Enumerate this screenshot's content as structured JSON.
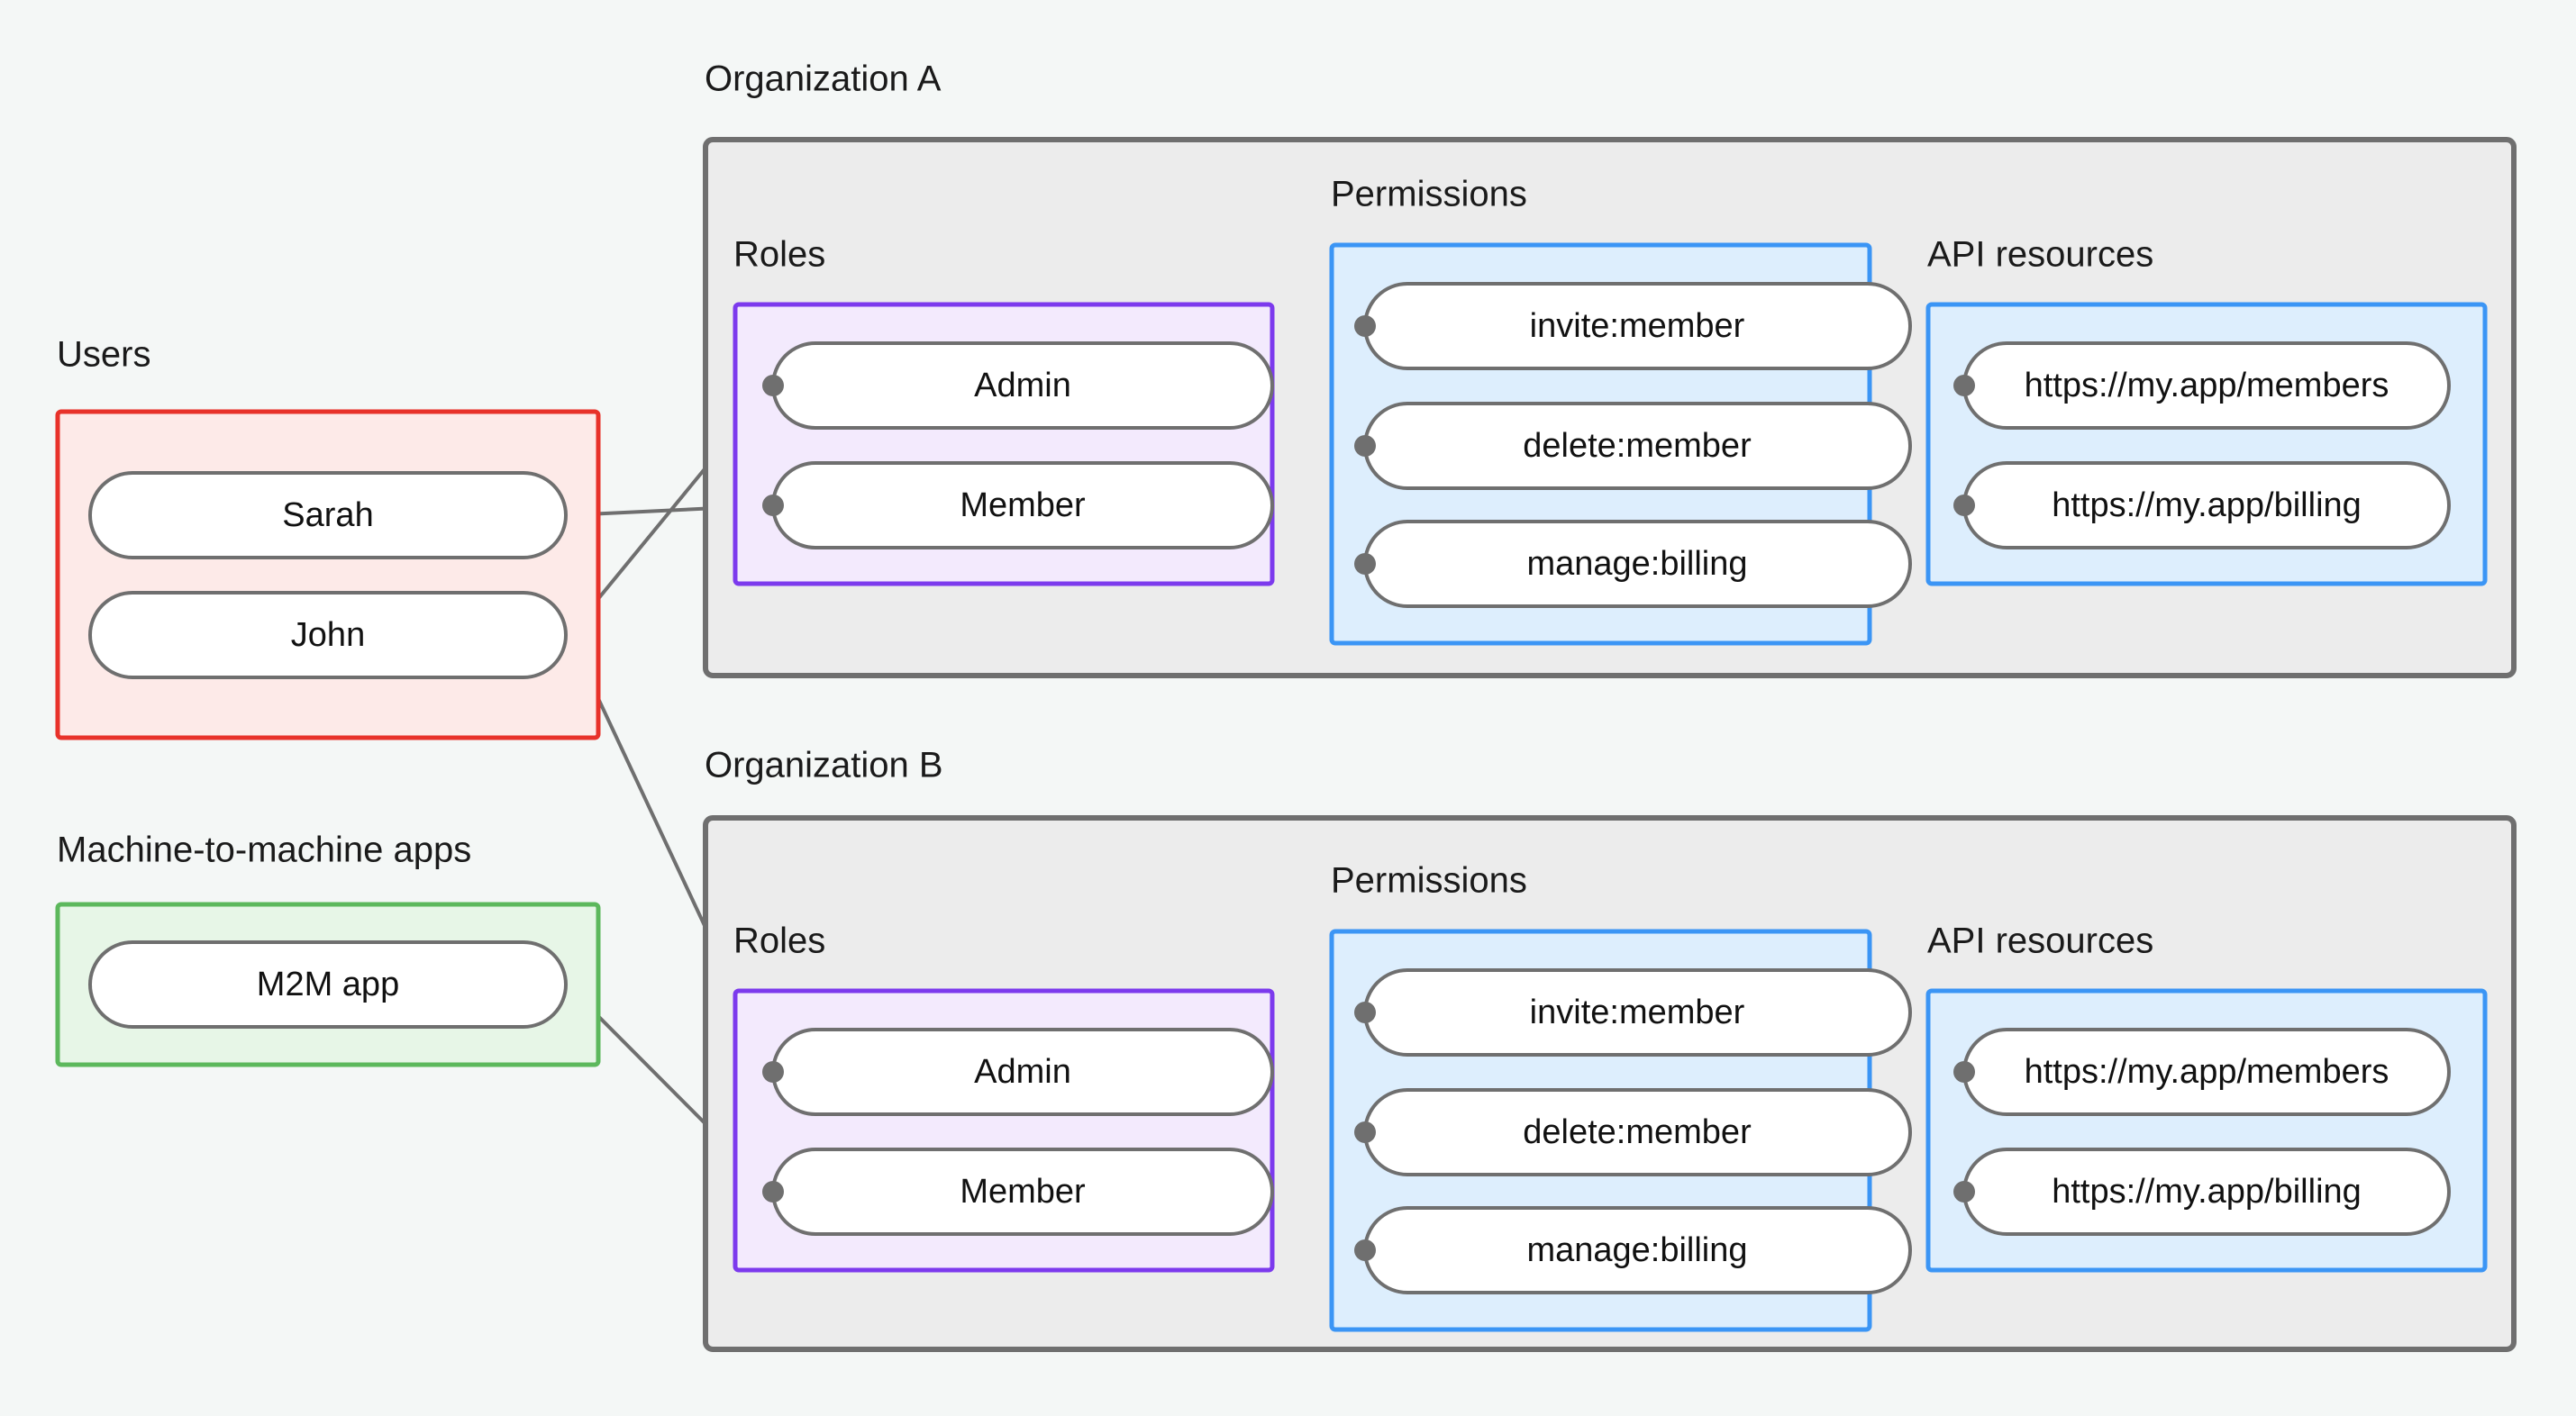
{
  "page": {
    "background": "#f4f7f6",
    "title": "Organization roles, permissions and API resources diagram"
  },
  "colors": {
    "users_border": "#e8322a",
    "users_fill": "#fdeae8",
    "m2m_border": "#5cb85c",
    "m2m_fill": "#e7f6e7",
    "roles_border": "#7c3aed",
    "roles_fill": "#f3eafd",
    "permissions_border": "#3b95f5",
    "permissions_fill": "#ddeefd",
    "api_border": "#3b95f5",
    "api_fill": "#ddeefd",
    "org_border": "#6f6f6f",
    "org_fill": "#ececec",
    "pill_border": "#6f6f6f",
    "pill_fill": "#ffffff",
    "edge": "#6f6f6f",
    "text": "#111111"
  },
  "left_column": {
    "users": {
      "title": "Users",
      "items": [
        "Sarah",
        "John"
      ]
    },
    "m2m": {
      "title": "Machine-to-machine apps",
      "items": [
        "M2M app"
      ]
    }
  },
  "organizations": [
    {
      "title": "Organization A",
      "roles": {
        "title": "Roles",
        "items": [
          "Admin",
          "Member"
        ]
      },
      "permissions": {
        "title": "Permissions",
        "items": [
          "invite:member",
          "delete:member",
          "manage:billing"
        ]
      },
      "api_resources": {
        "title": "API resources",
        "items": [
          "https://my.app/members",
          "https://my.app/billing"
        ]
      }
    },
    {
      "title": "Organization B",
      "roles": {
        "title": "Roles",
        "items": [
          "Admin",
          "Member"
        ]
      },
      "permissions": {
        "title": "Permissions",
        "items": [
          "invite:member",
          "delete:member",
          "manage:billing"
        ]
      },
      "api_resources": {
        "title": "API resources",
        "items": [
          "https://my.app/members",
          "https://my.app/billing"
        ]
      }
    }
  ],
  "connections": [
    {
      "from": "John",
      "to": "Organization A / Admin"
    },
    {
      "from": "Sarah",
      "to": "Organization A / Member"
    },
    {
      "from": "John",
      "to": "Organization B / Admin"
    },
    {
      "from": "M2M app",
      "to": "Organization B / Member"
    },
    {
      "from": "Organization A / Admin",
      "to": "Organization A / invite:member"
    },
    {
      "from": "Organization A / Admin",
      "to": "Organization A / delete:member"
    },
    {
      "from": "Organization A / Member",
      "to": "Organization A / manage:billing"
    },
    {
      "from": "Organization A / invite:member",
      "to": "Organization A / https://my.app/members"
    },
    {
      "from": "Organization A / delete:member",
      "to": "Organization A / https://my.app/members"
    },
    {
      "from": "Organization A / manage:billing",
      "to": "Organization A / https://my.app/billing"
    },
    {
      "from": "Organization B / Admin",
      "to": "Organization B / invite:member"
    },
    {
      "from": "Organization B / Admin",
      "to": "Organization B / delete:member"
    },
    {
      "from": "Organization B / Member",
      "to": "Organization B / manage:billing"
    },
    {
      "from": "Organization B / invite:member",
      "to": "Organization B / https://my.app/members"
    },
    {
      "from": "Organization B / delete:member",
      "to": "Organization B / https://my.app/members"
    },
    {
      "from": "Organization B / manage:billing",
      "to": "Organization B / https://my.app/billing"
    }
  ]
}
